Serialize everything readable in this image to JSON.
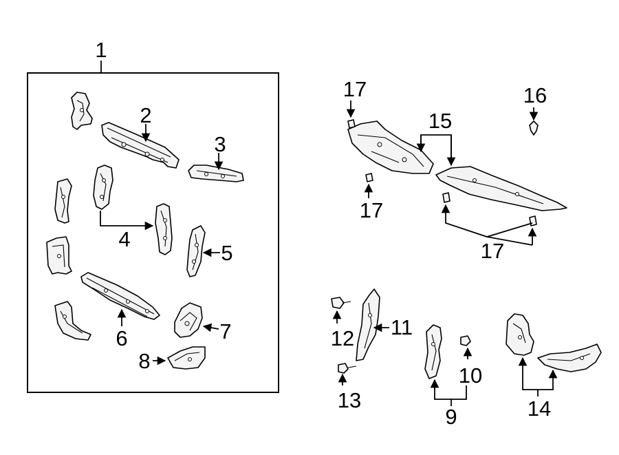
{
  "callouts": {
    "c1": "1",
    "c2": "2",
    "c3": "3",
    "c4": "4",
    "c5": "5",
    "c6": "6",
    "c7": "7",
    "c8": "8",
    "c9": "9",
    "c10": "10",
    "c11": "11",
    "c12": "12",
    "c13": "13",
    "c14": "14",
    "c15": "15",
    "c16": "16",
    "c17a": "17",
    "c17b": "17",
    "c17c": "17"
  }
}
